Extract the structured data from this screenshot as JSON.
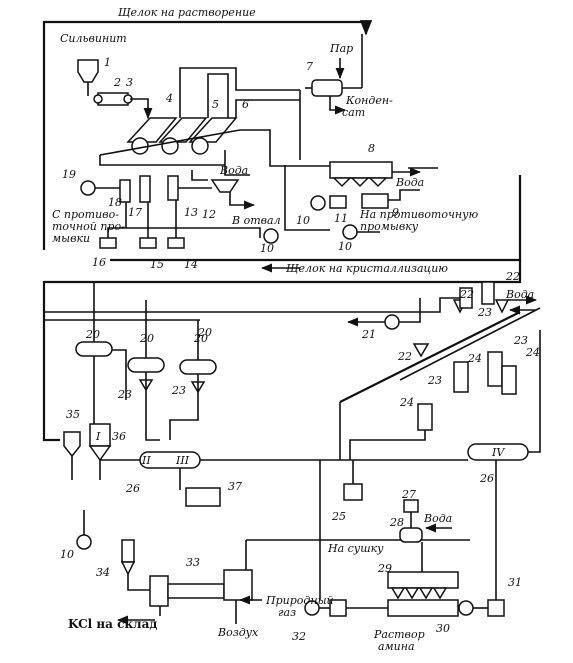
{
  "labels": {
    "top_flow": "Щелок на растворение",
    "sylvinite": "Сильвинит",
    "steam": "Пар",
    "condensate_1": "Конден-",
    "condensate_2": "сат",
    "water_1": "Вода",
    "water_2": "Вода",
    "water_3": "Вода",
    "water_4": "Вода",
    "to_dump": "В отвал",
    "counter_wash_1": "С противо-",
    "counter_wash_2": "точной про-",
    "counter_wash_3": "мывки",
    "to_counter_1": "На противоточную",
    "to_counter_2": "промывку",
    "cryst_flow": "Щелок на кристаллизацию",
    "to_drying": "На сушку",
    "gas_1": "Природный",
    "gas_2": "газ",
    "air": "Воздух",
    "product": "KCl на склад",
    "amine_1": "Раствор",
    "amine_2": "амина"
  },
  "numbers": {
    "n1": "1",
    "n2": "2",
    "n3": "3",
    "n4": "4",
    "n5": "5",
    "n6": "6",
    "n7": "7",
    "n8": "8",
    "n9": "9",
    "n10a": "10",
    "n10b": "10",
    "n10c": "10",
    "n10d": "10",
    "n11": "11",
    "n12": "12",
    "n13": "13",
    "n14": "14",
    "n15": "15",
    "n16": "16",
    "n17": "17",
    "n18": "18",
    "n19": "19",
    "n20a": "20",
    "n20b": "20",
    "n20c": "20",
    "n20d": "20",
    "n21": "21",
    "n22a": "22",
    "n22b": "22",
    "n22c": "22",
    "n23a": "23",
    "n23b": "23",
    "n23c": "23",
    "n23d": "23",
    "n23e": "23",
    "n24a": "24",
    "n24b": "24",
    "n24c": "24",
    "n25": "25",
    "n26a": "26",
    "n26b": "26",
    "n27": "27",
    "n28": "28",
    "n29": "29",
    "n30": "30",
    "n31": "31",
    "n32": "32",
    "n33": "33",
    "n34": "34",
    "n35": "35",
    "n36": "36",
    "n37": "37"
  },
  "roman": {
    "r1": "I",
    "r2": "II",
    "r3": "III",
    "r4": "IV"
  }
}
